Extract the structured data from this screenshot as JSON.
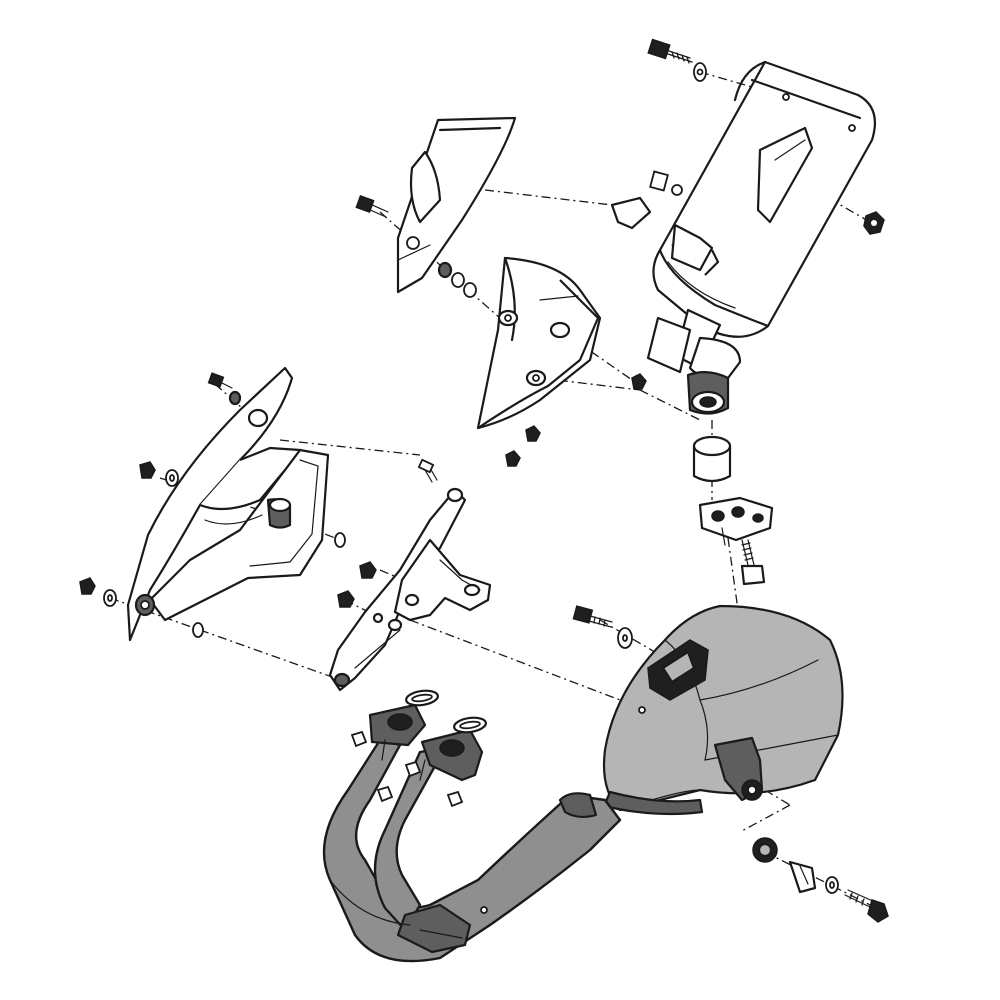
{
  "diagram": {
    "description_none": "",
    "colors": {
      "line": "#1a1a1a",
      "body_fill": "#ffffff",
      "muffler_fill": "#b5b5b5",
      "pipe_fill": "#8f8f8f",
      "dark_fill": "#5e5e5e"
    },
    "parts": [
      {
        "id": "silencer",
        "icon": "cylinder-silencer"
      },
      {
        "id": "heat-shield-upper",
        "icon": "shield-plate"
      },
      {
        "id": "heat-shield-mid",
        "icon": "shield-plate"
      },
      {
        "id": "side-cover",
        "icon": "cover-plate"
      },
      {
        "id": "bracket",
        "icon": "mount-bracket"
      },
      {
        "id": "rubber-grommet",
        "icon": "grommet"
      },
      {
        "id": "clamp",
        "icon": "clamp"
      },
      {
        "id": "pre-muffler",
        "icon": "muffler-box"
      },
      {
        "id": "header-pipes",
        "icon": "exhaust-pipes"
      },
      {
        "id": "gaskets",
        "icon": "ring-gasket"
      },
      {
        "id": "bolts",
        "icon": "bolt"
      },
      {
        "id": "nuts",
        "icon": "nut"
      },
      {
        "id": "washers",
        "icon": "washer"
      }
    ]
  }
}
